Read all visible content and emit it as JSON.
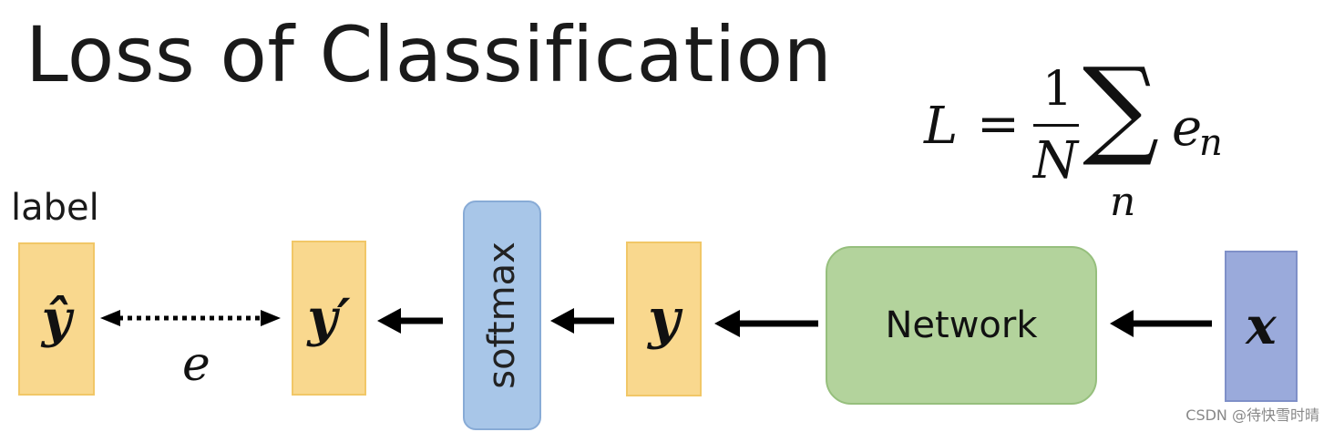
{
  "title": "Loss of Classification",
  "label_text": "label",
  "formula": {
    "lhs": "L",
    "equals": "=",
    "numerator": "1",
    "denominator": "N",
    "sum": "∑",
    "sum_index": "n",
    "term": "e",
    "term_sub": "n"
  },
  "blocks": {
    "y_hat": "ŷ",
    "y_prime": "y′",
    "softmax": "softmax",
    "y": "y",
    "network": "Network",
    "x": "x"
  },
  "error_label": "e",
  "watermark": "CSDN @待快雪时晴",
  "colors": {
    "output_fill": "#f9d88e",
    "softmax_fill": "#a8c6e8",
    "network_fill": "#b3d39c",
    "input_fill": "#9aaadb"
  }
}
